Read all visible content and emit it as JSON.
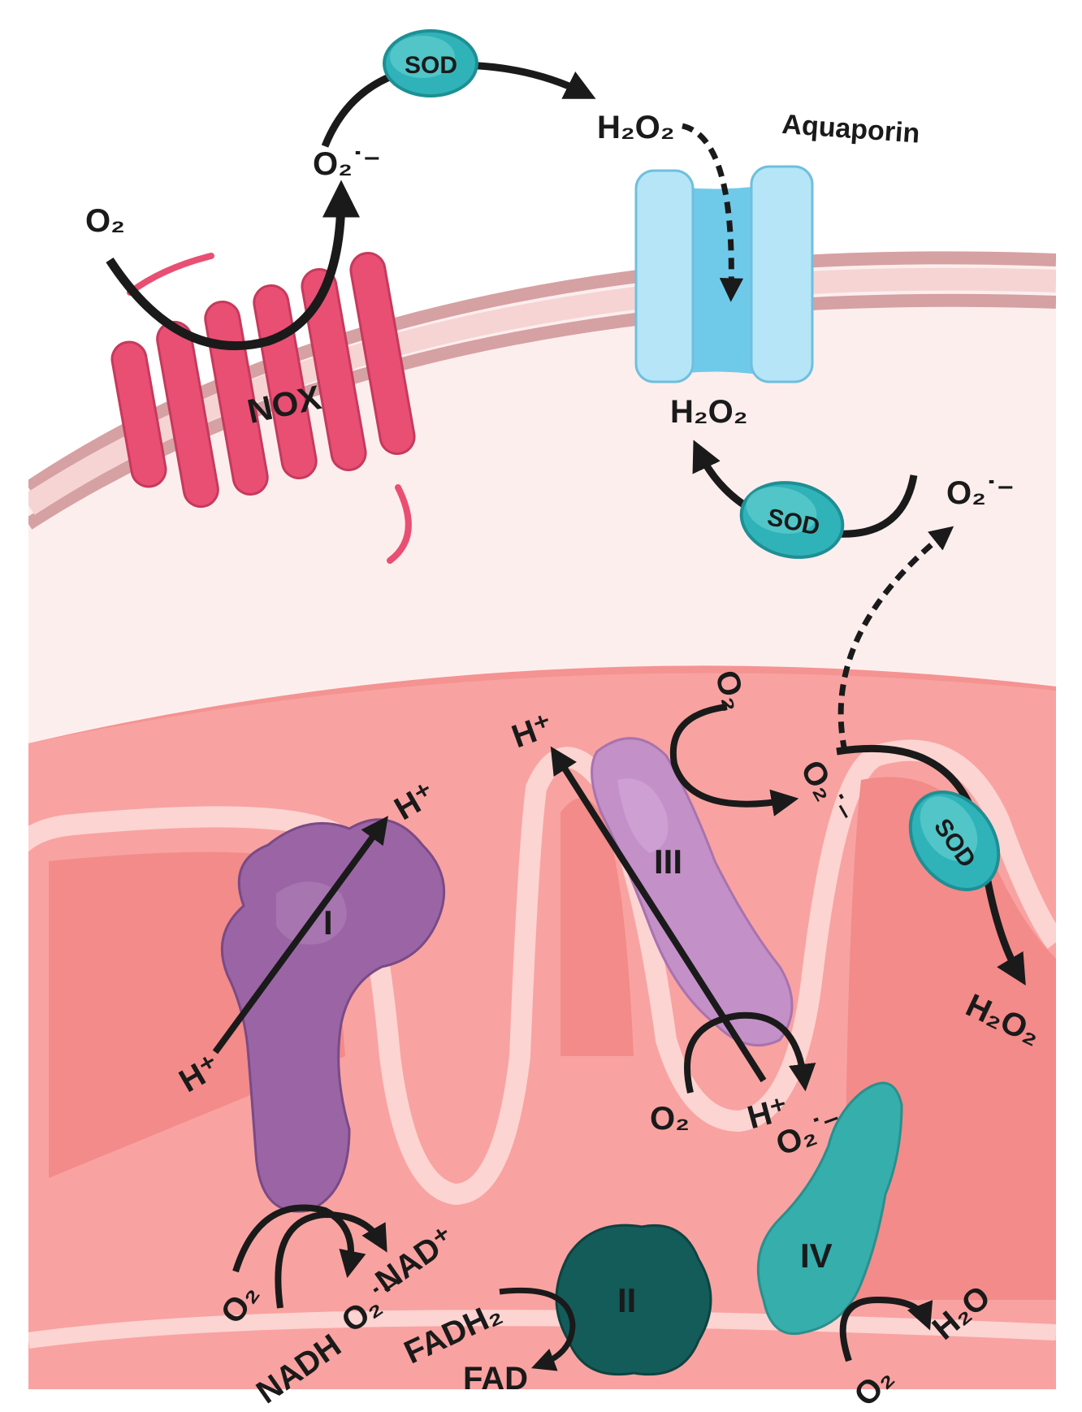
{
  "labels": {
    "sod": "SOD",
    "h2o2": "H₂O₂",
    "o2": "O₂",
    "superoxide": "O₂˙⁻",
    "aquaporin": "Aquaporin",
    "nox": "NOX",
    "h_plus": "H⁺",
    "nadh": "NADH",
    "nad_plus": "NAD⁺",
    "fadh2": "FADH₂",
    "fad": "FAD",
    "h2o": "H₂O",
    "complex_1": "I",
    "complex_2": "II",
    "complex_3": "III",
    "complex_4": "IV"
  },
  "colors": {
    "nox": "#e94f73",
    "sod": "#2fb3b9",
    "aquaporin": "#a9def3",
    "complex_1": "#9b65a5",
    "complex_2": "#135c5a",
    "complex_3": "#c490c8",
    "complex_4": "#35aeac",
    "cytosol": "#fdeeed",
    "matrix": "#f08a89",
    "cristae_membrane": "#fcd4d2"
  }
}
